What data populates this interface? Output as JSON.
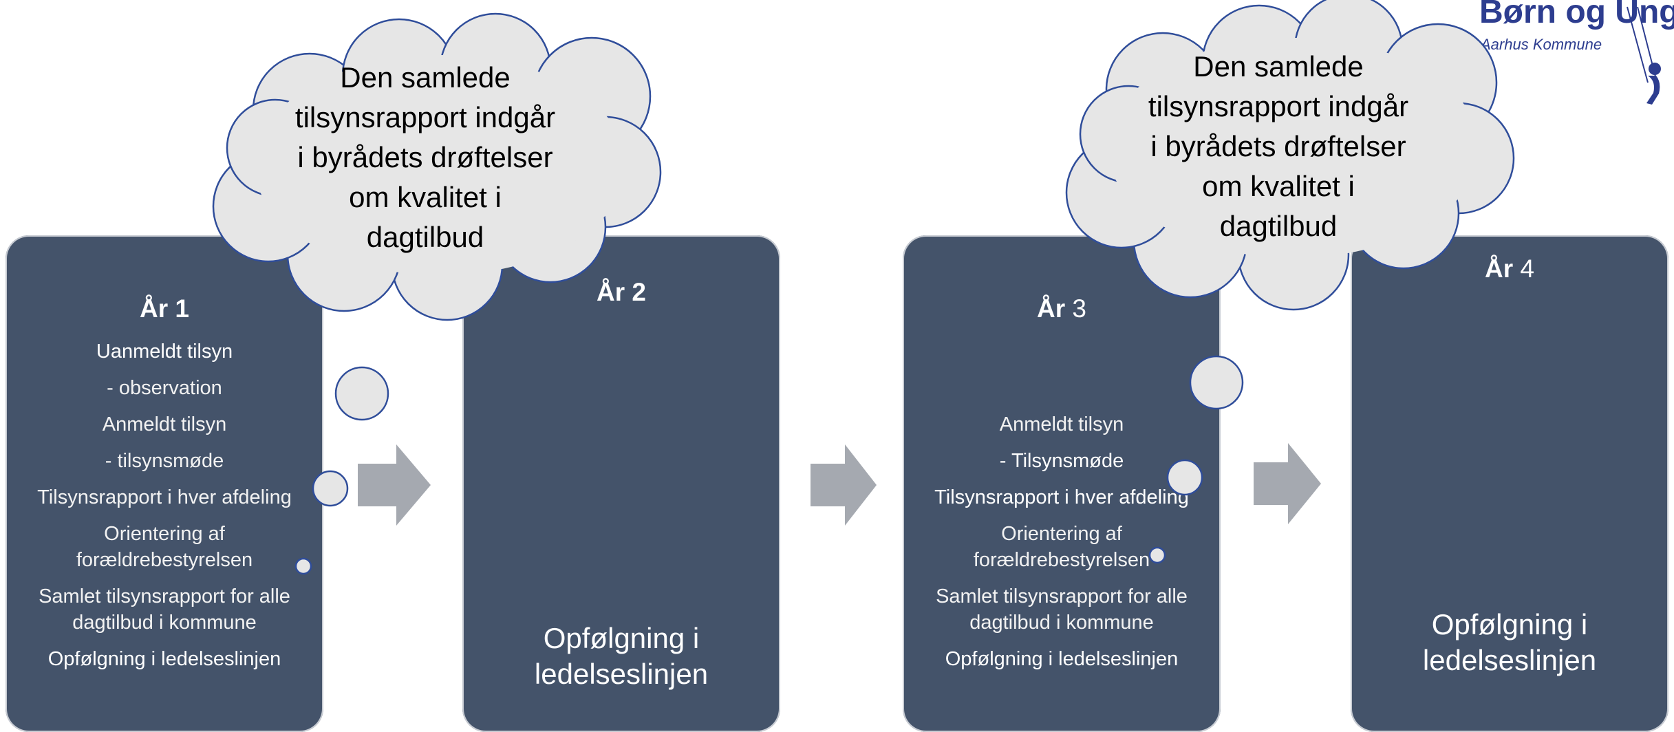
{
  "logo": {
    "title": "Børn og Unge",
    "subtitle": "Aarhus Kommune"
  },
  "clouds": [
    {
      "text": "Den samlede tilsynsrapport indgår i byrådets drøftelser om kvalitet i dagtilbud"
    },
    {
      "text": "Den samlede tilsynsrapport indgår i byrådets drøftelser om kvalitet i dagtilbud"
    }
  ],
  "panels": [
    {
      "title_bold": "År 1",
      "title_rest": "",
      "lines": [
        "Uanmeldt tilsyn",
        "- observation",
        "Anmeldt tilsyn",
        "- tilsynsmøde",
        "Tilsynsrapport i hver afdeling",
        "Orientering af forældrebestyrelsen",
        "Samlet tilsynsrapport for alle dagtilbud i kommune",
        "Opfølgning i ledelseslinjen"
      ]
    },
    {
      "title_bold": "År 2",
      "title_rest": "",
      "followup": "Opfølgning i ledelseslinjen"
    },
    {
      "title_bold": "År",
      "title_rest": " 3",
      "lines": [
        "Anmeldt tilsyn",
        "- Tilsynsmøde",
        "Tilsynsrapport i hver afdeling",
        "Orientering af forældrebestyrelsen",
        "Samlet tilsynsrapport for alle dagtilbud i kommune",
        "Opfølgning i ledelseslinjen"
      ]
    },
    {
      "title_bold": "År",
      "title_rest": " 4",
      "followup": "Opfølgning i ledelseslinjen"
    }
  ],
  "colors": {
    "panel": "#44536a",
    "arrow": "#a5a9b0",
    "cloud_fill": "#e6e6e6",
    "cloud_stroke": "#2f4d9a",
    "logo": "#2d3d8f"
  }
}
